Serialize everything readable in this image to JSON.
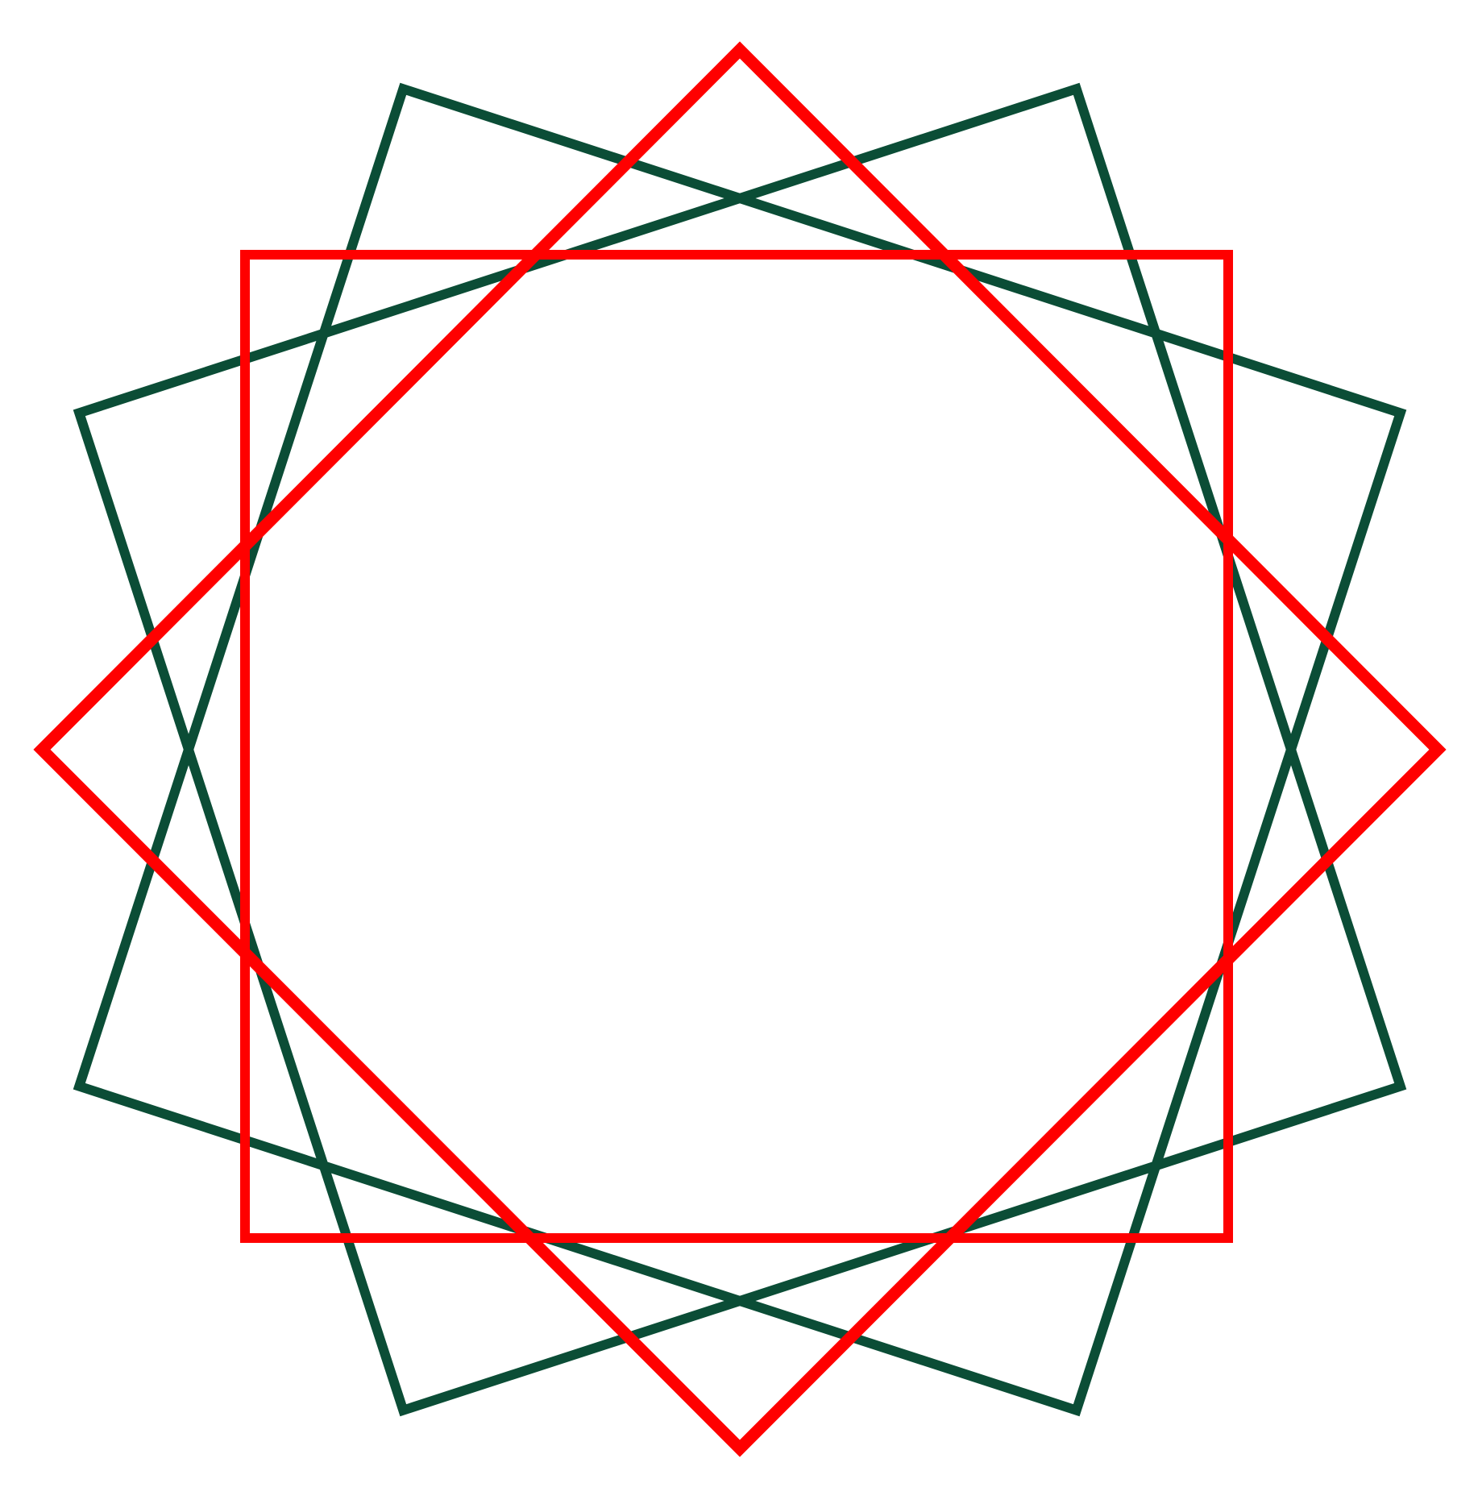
{
  "diagram": {
    "type": "overlapping-squares-star",
    "background_color": "#ffffff",
    "shapes": [
      {
        "name": "green-square-a",
        "kind": "square",
        "color": "#0b4d36",
        "rotation_deg": 18
      },
      {
        "name": "green-square-b",
        "kind": "square",
        "color": "#0b4d36",
        "rotation_deg": 72
      },
      {
        "name": "red-square-axis-aligned",
        "kind": "square",
        "color": "#ff0000",
        "rotation_deg": 0
      },
      {
        "name": "red-square-diamond",
        "kind": "square",
        "color": "#ff0000",
        "rotation_deg": 45
      }
    ]
  }
}
